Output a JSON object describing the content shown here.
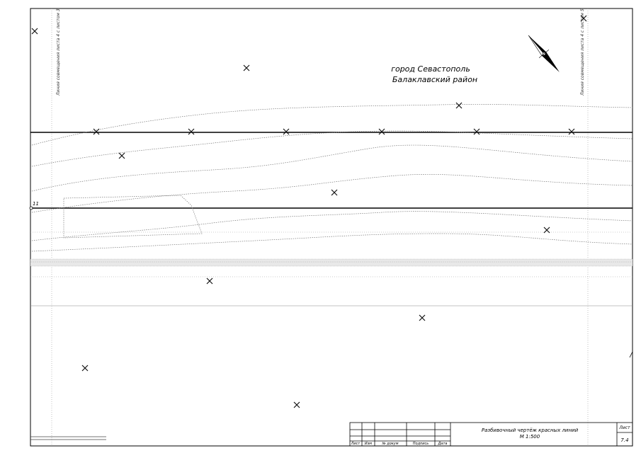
{
  "location": {
    "line1": "город Севастополь",
    "line2": "Балаклавский район"
  },
  "match_lines": {
    "left": "Линия совмещения листа 4 с листом 3",
    "right": "Линия совмещения листа 4 с листом 5"
  },
  "line_marker": "11",
  "title_block": {
    "drawing_title": "Разбивочный чертёж красных линий",
    "scale": "М 1:500",
    "sheet_label": "Лист",
    "sheet_number": "7.4",
    "columns": [
      "Лист",
      "Изм",
      "№ докум",
      "Подпись",
      "Дата"
    ]
  },
  "icons": {
    "north_arrow": "north-arrow-icon",
    "point_marker": "cross-marker-icon"
  },
  "colors": {
    "ink": "#000000",
    "survey": "#777777",
    "paper": "#ffffff"
  }
}
